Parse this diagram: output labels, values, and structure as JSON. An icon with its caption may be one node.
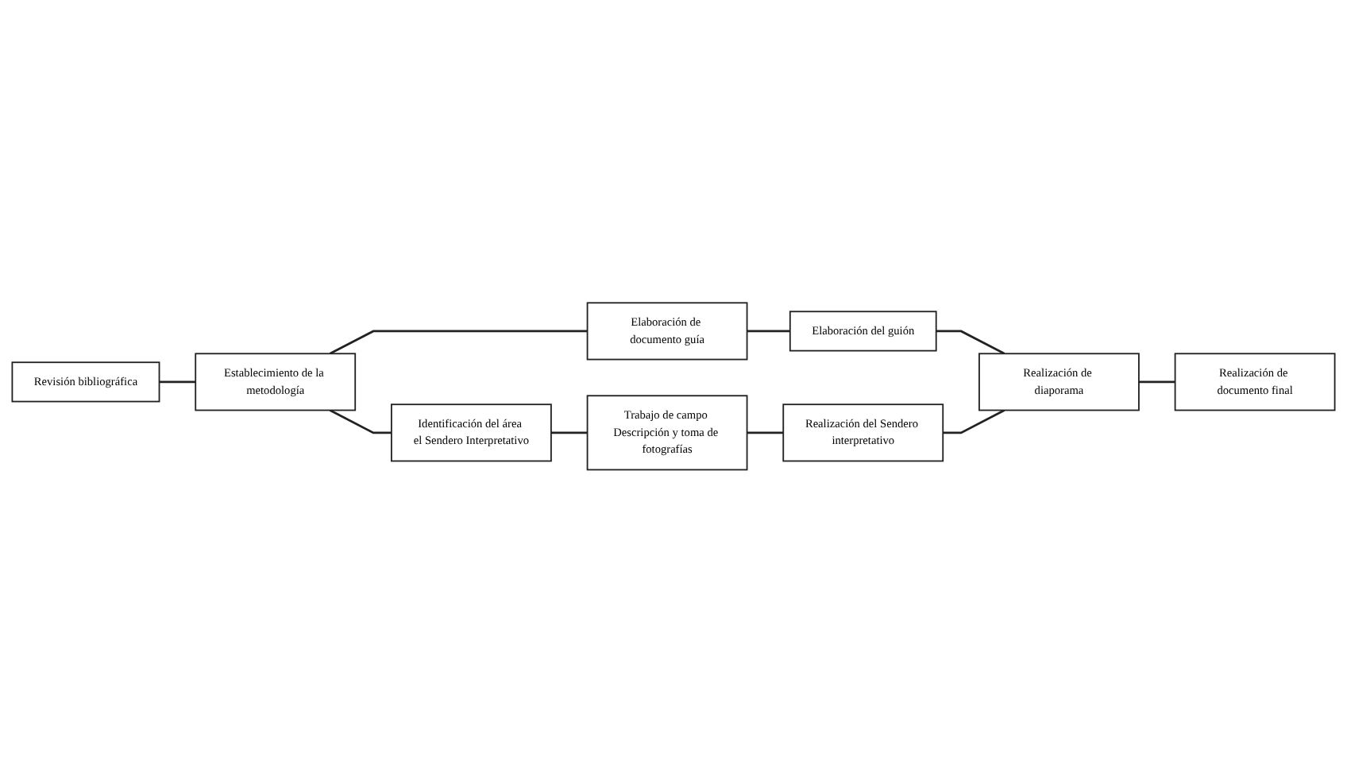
{
  "diagram": {
    "nodes": [
      {
        "text": [
          "Revisión bibliográfica"
        ]
      },
      {
        "text": [
          "Establecimiento de la metodología"
        ]
      },
      {
        "text": [
          "Identificación del área el Sendero Interpretativo"
        ]
      },
      {
        "text": [
          "Elaboración de documento guía"
        ]
      },
      {
        "text": [
          "Trabajo de campo Descripción y toma de fotografías"
        ]
      },
      {
        "text": [
          "Elaboración del guión"
        ]
      },
      {
        "text": [
          "Realización del Sendero interpretativo"
        ]
      },
      {
        "text": [
          "Realización de diaporama"
        ]
      },
      {
        "text": [
          "Realización de documento final"
        ]
      }
    ],
    "edges": [
      {
        "from": 0,
        "to": 1,
        "arrow": "none"
      },
      {
        "from": 1,
        "to": 2,
        "arrow": "none"
      },
      {
        "from": 1,
        "to": 3,
        "arrow": "none"
      },
      {
        "from": 2,
        "to": 4,
        "arrow": "none"
      },
      {
        "from": 3,
        "to": 5,
        "arrow": "none"
      },
      {
        "from": 4,
        "to": 6,
        "arrow": "none"
      },
      {
        "from": 5,
        "to": 7,
        "arrow": "none"
      },
      {
        "from": 6,
        "to": 7,
        "arrow": "none"
      },
      {
        "from": 7,
        "to": 8,
        "arrow": "none"
      }
    ]
  }
}
